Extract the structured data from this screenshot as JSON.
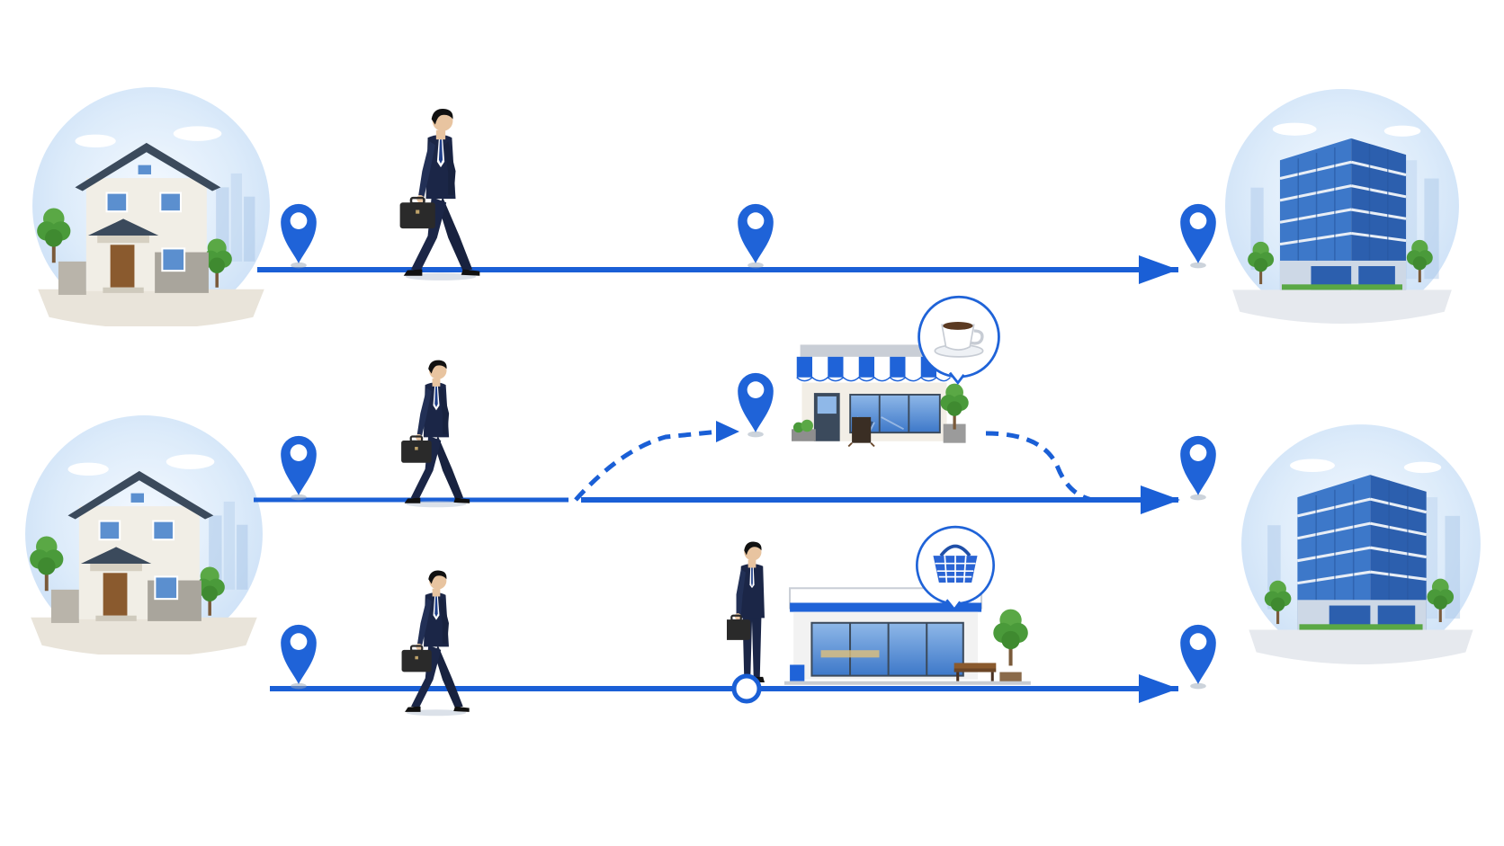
{
  "scene": {
    "description_text": "",
    "colors": {
      "route_blue": "#1a5fd6",
      "pin_blue": "#1f63d8",
      "suit_navy": "#1b2647",
      "briefcase": "#2a2a2a",
      "sky": "#dcebfa",
      "house_wall": "#f1eee6",
      "roof": "#3b4a5c",
      "office_glass": "#3d78c9",
      "tree_green": "#4a9a3a"
    }
  },
  "routes": [
    {
      "id": "direct",
      "start": {
        "icon": "home-icon"
      },
      "end": {
        "icon": "office-building-icon"
      },
      "waypoints": [
        "location-pin-icon",
        "location-pin-icon",
        "location-pin-icon"
      ],
      "stop": null
    },
    {
      "id": "via-cafe",
      "start": {
        "icon": "home-icon"
      },
      "end": {
        "icon": "office-building-icon"
      },
      "waypoints": [
        "location-pin-icon",
        "location-pin-icon",
        "location-pin-icon"
      ],
      "stop": {
        "icon": "cafe-storefront-icon",
        "badge": "coffee-cup-icon",
        "path": "dashed-detour"
      }
    },
    {
      "id": "via-convenience-store",
      "waypoints": [
        "location-pin-icon",
        "location-pin-icon"
      ],
      "stop": {
        "icon": "convenience-store-icon",
        "badge": "shopping-basket-icon",
        "path": "on-route-stop"
      }
    }
  ]
}
